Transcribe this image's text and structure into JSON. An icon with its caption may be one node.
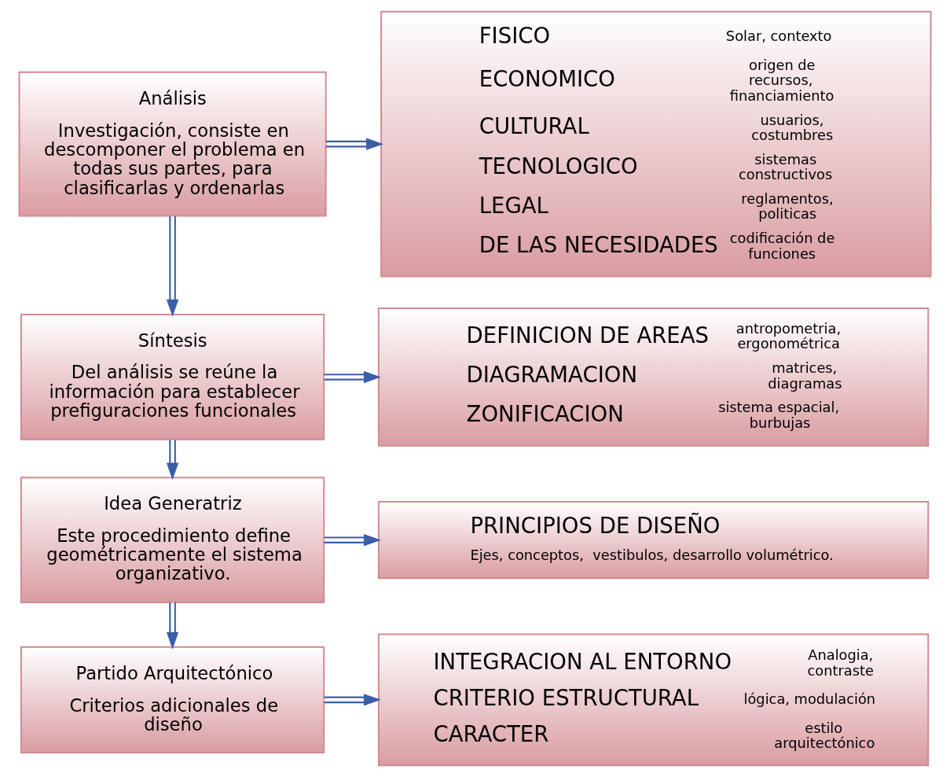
{
  "diagram": {
    "nodes": [
      {
        "text": [
          "Análisis",
          "Investigación, consiste en descomponer el problema en todas sus partes, para clasificarlas y ordenarlas"
        ]
      },
      {
        "text": [
          "FISICO",
          "Solar, contexto",
          "ECONOMICO",
          "origen de recursos, financiamiento",
          "CULTURAL",
          "usuarios, costumbres",
          "TECNOLOGICO",
          "sistemas constructivos",
          "LEGAL",
          "reglamentos, politicas",
          "DE LAS NECESIDADES",
          "codificación de funciones"
        ]
      },
      {
        "text": [
          "Síntesis",
          "Del análisis se reúne la información para establecer prefiguraciones funcionales"
        ]
      },
      {
        "text": [
          "DEFINICION DE AREAS",
          "antropometria, ergonométrica",
          "DIAGRAMACION",
          "matrices, diagramas",
          "ZONIFICACION",
          "sistema espacial, burbujas"
        ]
      },
      {
        "text": [
          "Idea Generatriz",
          "Este procedimiento define geométricamente el sistema organizativo."
        ]
      },
      {
        "text": [
          "PRINCIPIOS DE DISEÑO",
          "Ejes, conceptos,  vestibulos, desarrollo volumétrico."
        ]
      },
      {
        "text": [
          "Partido Arquitectónico",
          "Criterios adicionales de diseño"
        ]
      },
      {
        "text": [
          "INTEGRACION AL ENTORNO",
          "Analogia, contraste",
          "CRITERIO ESTRUCTURAL",
          "lógica, modulación",
          "CARACTER",
          "estilo arquitectónico"
        ]
      }
    ],
    "edges": [
      {
        "from": 0,
        "to": 1,
        "arrow": "to"
      },
      {
        "from": 0,
        "to": 2,
        "arrow": "to"
      },
      {
        "from": 2,
        "to": 3,
        "arrow": "to"
      },
      {
        "from": 2,
        "to": 4,
        "arrow": "to"
      },
      {
        "from": 4,
        "to": 5,
        "arrow": "to"
      },
      {
        "from": 4,
        "to": 6,
        "arrow": "to"
      },
      {
        "from": 6,
        "to": 7,
        "arrow": "to"
      }
    ]
  }
}
